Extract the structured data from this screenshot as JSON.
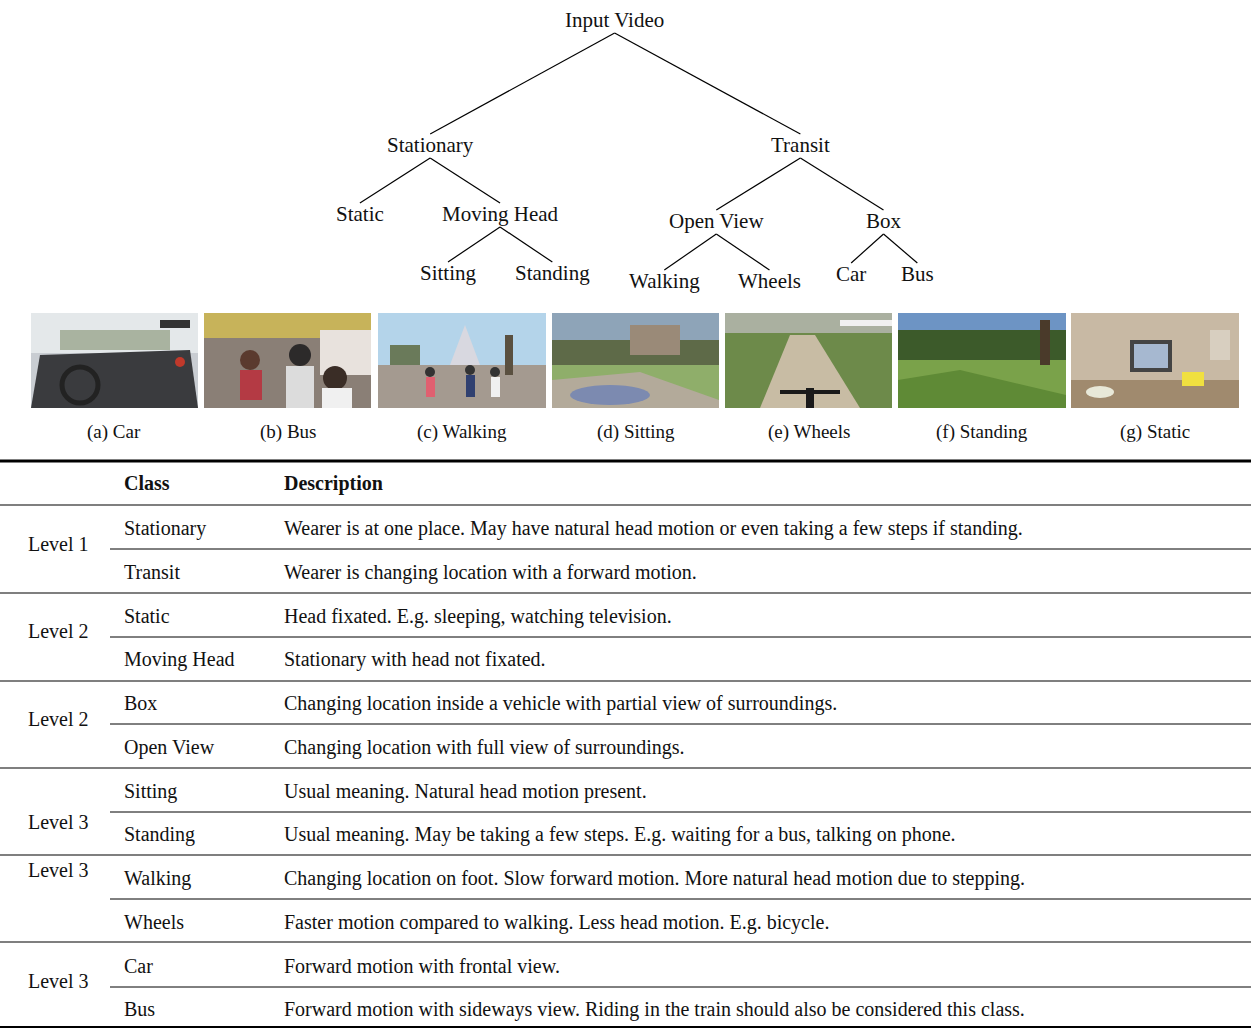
{
  "diagram": {
    "nodes": [
      {
        "text": [
          "Input Video"
        ]
      },
      {
        "text": [
          "Stationary"
        ]
      },
      {
        "text": [
          "Transit"
        ]
      },
      {
        "text": [
          "Static"
        ]
      },
      {
        "text": [
          "Moving Head"
        ]
      },
      {
        "text": [
          "Open View"
        ]
      },
      {
        "text": [
          "Box"
        ]
      },
      {
        "text": [
          "Sitting"
        ]
      },
      {
        "text": [
          "Standing"
        ]
      },
      {
        "text": [
          "Walking"
        ]
      },
      {
        "text": [
          "Wheels"
        ]
      },
      {
        "text": [
          "Car"
        ]
      },
      {
        "text": [
          "Bus"
        ]
      }
    ],
    "edges": [
      {
        "from": 0,
        "to": 1,
        "arrow": "none"
      },
      {
        "from": 0,
        "to": 2,
        "arrow": "none"
      },
      {
        "from": 1,
        "to": 3,
        "arrow": "none"
      },
      {
        "from": 1,
        "to": 4,
        "arrow": "none"
      },
      {
        "from": 2,
        "to": 5,
        "arrow": "none"
      },
      {
        "from": 2,
        "to": 6,
        "arrow": "none"
      },
      {
        "from": 4,
        "to": 7,
        "arrow": "none"
      },
      {
        "from": 4,
        "to": 8,
        "arrow": "none"
      },
      {
        "from": 5,
        "to": 9,
        "arrow": "none"
      },
      {
        "from": 5,
        "to": 10,
        "arrow": "none"
      },
      {
        "from": 6,
        "to": 11,
        "arrow": "none"
      },
      {
        "from": 6,
        "to": 12,
        "arrow": "none"
      }
    ],
    "labels": [
      "(a) Car",
      "(b) Bus",
      "(c) Walking",
      "(d) Sitting",
      "(e) Wheels",
      "(f) Standing",
      "(g) Static",
      "Class",
      "Description",
      "Level 1",
      "Stationary",
      "Wearer is at one place. May have natural head motion or even taking a few steps if standing.",
      "Transit",
      "Wearer is changing location with a forward motion.",
      "Level 2",
      "Static",
      "Head fixated. E.g. sleeping, watching television.",
      "Moving Head",
      "Stationary with head not fixated.",
      "Level 2",
      "Box",
      "Changing location inside a vehicle with partial view of surroundings.",
      "Open View",
      "Changing location with full view of surroundings.",
      "Level 3",
      "Sitting",
      "Usual meaning. Natural head motion present.",
      "Standing",
      "Usual meaning. May be taking a few steps. E.g. waiting for a bus, talking on phone.",
      "Level 3",
      "Walking",
      "Changing location on foot. Slow forward motion. More natural head motion due to stepping.",
      "Wheels",
      "Faster motion compared to walking. Less head motion. E.g. bicycle.",
      "Level 3",
      "Car",
      "Forward motion with frontal view.",
      "Bus",
      "Forward motion with sideways view. Riding in the train should also be considered this class."
    ]
  }
}
